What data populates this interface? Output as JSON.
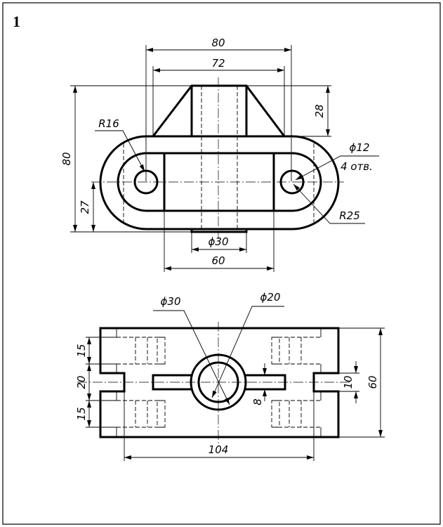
{
  "sheet": {
    "number": "1"
  },
  "top_view": {
    "dim_overall_width": "80",
    "dim_rib_width": "72",
    "dim_overall_depth": "80",
    "dim_boss_height": "28",
    "dim_center_offset": "27",
    "radius_small": "R16",
    "hole_diameter": "ϕ12",
    "hole_count": "4 отв.",
    "radius_large": "R25",
    "boss_diameter": "ϕ30",
    "dim_inner_width": "60"
  },
  "front_view": {
    "boss_outer_diameter": "ϕ30",
    "boss_inner_diameter": "ϕ20",
    "dim_upper": "15",
    "dim_middle": "20",
    "dim_lower": "15",
    "dim_slot": "10",
    "dim_height": "60",
    "dim_rib": "8",
    "dim_length": "104"
  }
}
